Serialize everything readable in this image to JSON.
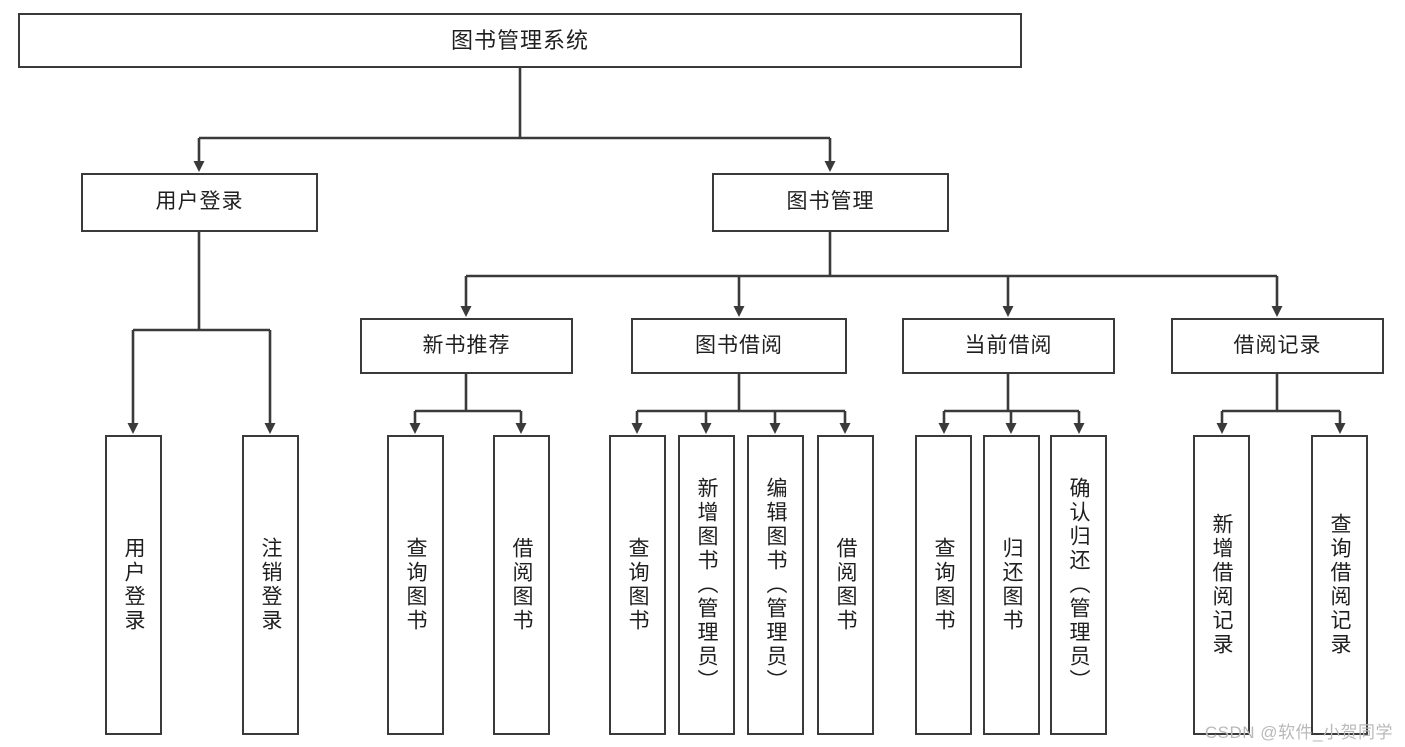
{
  "diagram": {
    "title": "图书管理系统",
    "watermark": "CSDN @软件_小贺同学",
    "colors": {
      "stroke": "#3a3a3a",
      "fill": "#ffffff",
      "text": "#1f1f1f",
      "watermark": "#b9b9b9"
    },
    "levels": {
      "root": "图书管理系统",
      "level2": [
        "用户登录",
        "图书管理"
      ],
      "level3": [
        "新书推荐",
        "图书借阅",
        "当前借阅",
        "借阅记录"
      ]
    },
    "nodes": {
      "root": {
        "label": "图书管理系统"
      },
      "user_login": {
        "label": "用户登录"
      },
      "book_manage": {
        "label": "图书管理"
      },
      "new_book_rec": {
        "label": "新书推荐"
      },
      "book_borrow": {
        "label": "图书借阅"
      },
      "current_borrow": {
        "label": "当前借阅"
      },
      "borrow_record": {
        "label": "借阅记录"
      },
      "leaf_1": {
        "label": "用户登录"
      },
      "leaf_2": {
        "label": "注销登录"
      },
      "leaf_3": {
        "label": "查询图书"
      },
      "leaf_4": {
        "label": "借阅图书"
      },
      "leaf_5": {
        "label": "查询图书"
      },
      "leaf_6": {
        "label": "新增图书（管理员）"
      },
      "leaf_7": {
        "label": "编辑图书（管理员）"
      },
      "leaf_8": {
        "label": "借阅图书"
      },
      "leaf_9": {
        "label": "查询图书"
      },
      "leaf_10": {
        "label": "归还图书"
      },
      "leaf_11": {
        "label": "确认归还（管理员）"
      },
      "leaf_12": {
        "label": "新增借阅记录"
      },
      "leaf_13": {
        "label": "查询借阅记录"
      }
    }
  }
}
